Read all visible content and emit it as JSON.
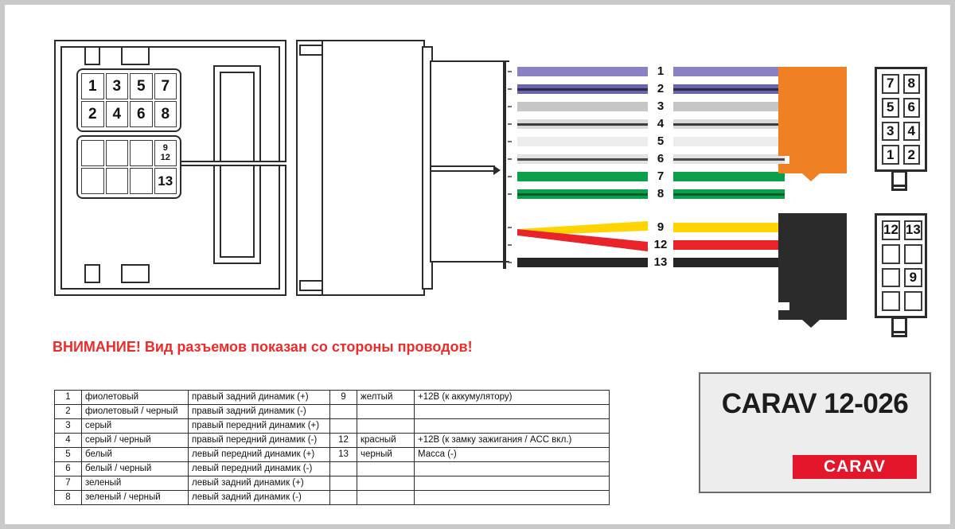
{
  "page": {
    "background": "#c9c9c9",
    "canvas_background": "#ffffff"
  },
  "left_connector": {
    "name": "vehicle-side-connector",
    "pins_top_block": [
      "1",
      "3",
      "5",
      "7",
      "2",
      "4",
      "6",
      "8"
    ],
    "pins_bottom_block": [
      "",
      "",
      "",
      "9/12",
      "",
      "",
      "",
      "13"
    ],
    "pin_9_12_upper": "9",
    "pin_9_12_lower": "12",
    "pin_13": "13"
  },
  "wires": {
    "items": [
      {
        "num": "1",
        "color": "#8981c4",
        "stripe": "",
        "label": "1"
      },
      {
        "num": "2",
        "color": "#6b63ad",
        "stripe": "#2b2b4a",
        "label": "2"
      },
      {
        "num": "3",
        "color": "#c6c6c6",
        "stripe": "",
        "label": "3"
      },
      {
        "num": "4",
        "color": "#d9d9d9",
        "stripe": "#3c3c3c",
        "label": "4"
      },
      {
        "num": "5",
        "color": "#ededed",
        "stripe": "",
        "label": "5"
      },
      {
        "num": "6",
        "color": "#e2e2e2",
        "stripe": "#4a4a4a",
        "label": "6"
      },
      {
        "num": "7",
        "color": "#0aa04b",
        "stripe": "",
        "label": "7"
      },
      {
        "num": "8",
        "color": "#0aa04b",
        "stripe": "#0b5c2c",
        "label": "8"
      },
      {
        "num": "9",
        "color": "#ffd400",
        "stripe": "",
        "label": "9"
      },
      {
        "num": "12",
        "color": "#e8232a",
        "stripe": "",
        "label": "12"
      },
      {
        "num": "13",
        "color": "#262626",
        "stripe": "",
        "label": "13"
      }
    ]
  },
  "plug_orange": {
    "name": "iso-power-plug",
    "color": "#ef8023",
    "socket_pins": [
      "7",
      "8",
      "5",
      "6",
      "3",
      "4",
      "1",
      "2"
    ]
  },
  "plug_black": {
    "name": "iso-speaker-plug",
    "color": "#2b2b2b",
    "socket_pins": [
      "12",
      "13",
      "",
      "",
      "",
      "9",
      "",
      ""
    ]
  },
  "warning": {
    "text": "ВНИМАНИЕ! Вид разъемов показан со стороны проводов!",
    "color": "#ee2b2b"
  },
  "table": {
    "rows": [
      {
        "num": "1",
        "color": "фиолетовый",
        "fn": "правый задний динамик (+)",
        "num2": "9",
        "color2": "желтый",
        "fn2": "+12В (к аккумулятору)"
      },
      {
        "num": "2",
        "color": "фиолетовый / черный",
        "fn": "правый задний динамик (-)",
        "num2": "",
        "color2": "",
        "fn2": ""
      },
      {
        "num": "3",
        "color": "серый",
        "fn": "правый передний динамик (+)",
        "num2": "",
        "color2": "",
        "fn2": ""
      },
      {
        "num": "4",
        "color": "серый / черный",
        "fn": "правый передний динамик (-)",
        "num2": "12",
        "color2": "красный",
        "fn2": "+12В (к замку зажигания / ACC вкл.)"
      },
      {
        "num": "5",
        "color": "белый",
        "fn": "левый передний динамик (+)",
        "num2": "13",
        "color2": "черный",
        "fn2": "Масса (-)"
      },
      {
        "num": "6",
        "color": "белый / черный",
        "fn": "левый передний динамик (-)",
        "num2": "",
        "color2": "",
        "fn2": ""
      },
      {
        "num": "7",
        "color": "зеленый",
        "fn": "левый задний динамик (+)",
        "num2": "",
        "color2": "",
        "fn2": ""
      },
      {
        "num": "8",
        "color": "зеленый / черный",
        "fn": "левый задний динамик (-)",
        "num2": "",
        "color2": "",
        "fn2": ""
      }
    ]
  },
  "logo": {
    "title": "CARAV 12-026",
    "badge": "CARAV",
    "badge_color": "#e4162b",
    "panel_background": "#ededed"
  }
}
